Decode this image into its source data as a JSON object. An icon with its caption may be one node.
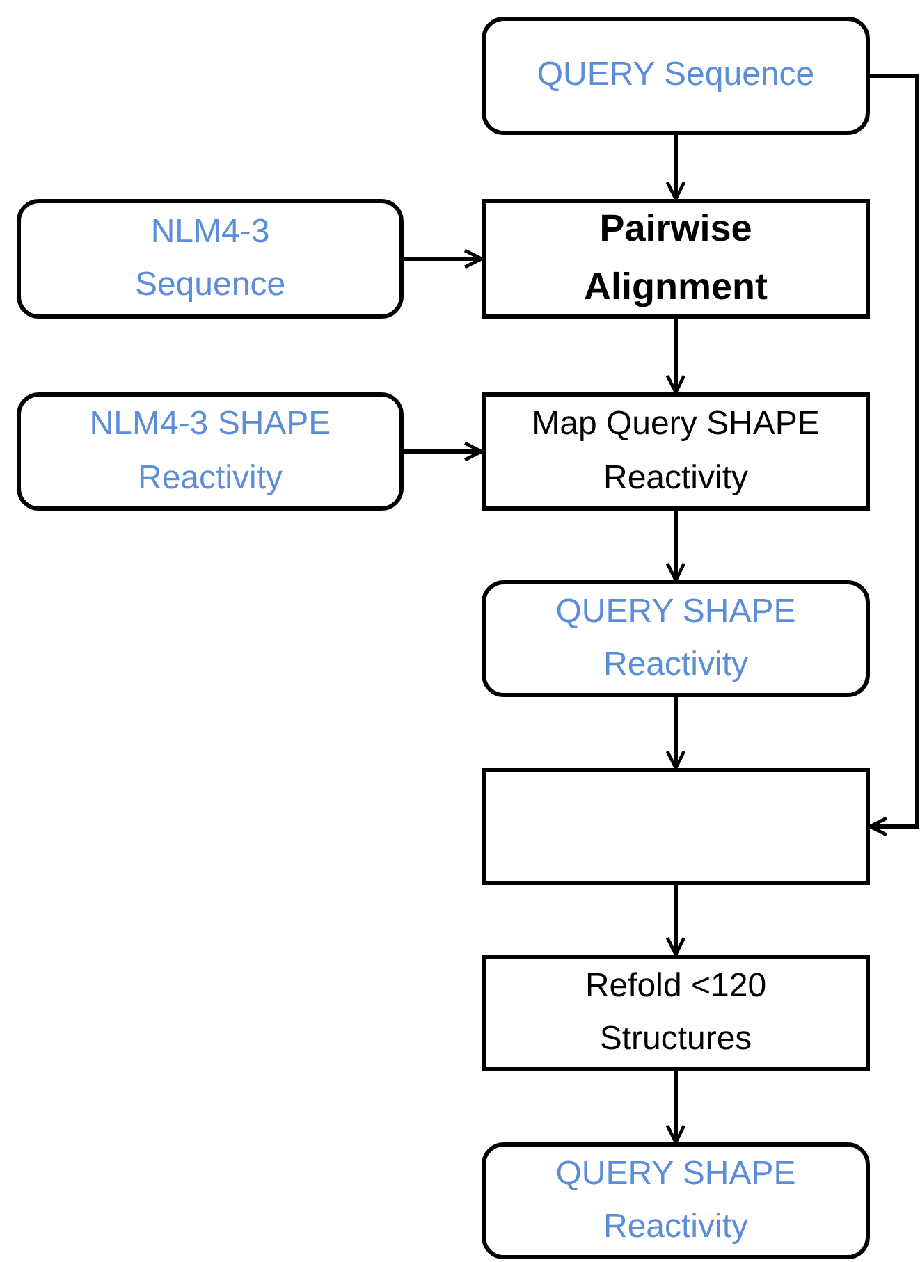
{
  "diagram": {
    "nodes": [
      {
        "text": [
          "QUERY Sequence"
        ]
      },
      {
        "text": [
          "Pairwise Alignment"
        ]
      },
      {
        "text": [
          "NLM4-3 Sequence"
        ]
      },
      {
        "text": [
          "NLM4-3 SHAPE Reactivity"
        ]
      },
      {
        "text": [
          "Map Query SHAPE Reactivity"
        ]
      },
      {
        "text": [
          "QUERY SHAPE Reactivity"
        ]
      },
      {
        "text": [],
        "shape": "box"
      },
      {
        "text": [
          "Refold <120 Structures"
        ]
      },
      {
        "text": [
          "QUERY SHAPE Reactivity"
        ]
      }
    ],
    "edges": [
      {
        "from": 0,
        "to": 1,
        "arrow": "to"
      },
      {
        "from": 2,
        "to": 1,
        "arrow": "to"
      },
      {
        "from": 1,
        "to": 4,
        "arrow": "to"
      },
      {
        "from": 3,
        "to": 4,
        "arrow": "to"
      },
      {
        "from": 4,
        "to": 5,
        "arrow": "to"
      },
      {
        "from": 5,
        "to": 6,
        "arrow": "to"
      },
      {
        "from": 6,
        "to": 7,
        "arrow": "to"
      },
      {
        "from": 7,
        "to": 8,
        "arrow": "to"
      },
      {
        "from": 0,
        "to": 6,
        "arrow": "to"
      }
    ]
  }
}
